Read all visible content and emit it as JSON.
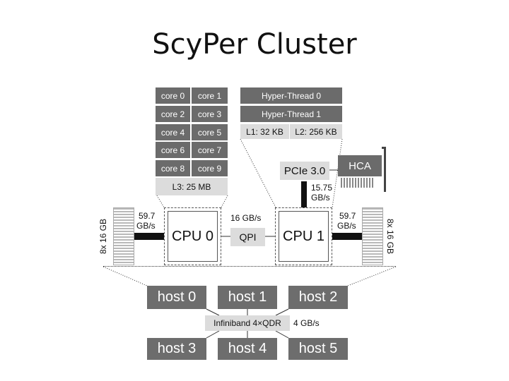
{
  "title": "ScyPer Cluster",
  "cores": [
    [
      "core 0",
      "core 1"
    ],
    [
      "core 2",
      "core 3"
    ],
    [
      "core 4",
      "core 5"
    ],
    [
      "core 6",
      "core 7"
    ],
    [
      "core 8",
      "core 9"
    ]
  ],
  "l3": "L3: 25 MB",
  "hyper_threads": [
    "Hyper-Thread 0",
    "Hyper-Thread 1"
  ],
  "cache": {
    "l1": "L1: 32 KB",
    "l2": "L2: 256 KB"
  },
  "pcie": "PCIe 3.0",
  "hca": "HCA",
  "pcie_bw": [
    "15.75",
    "GB/s"
  ],
  "qpi_bw": "16 GB/s",
  "qpi": "QPI",
  "cpus": [
    "CPU 0",
    "CPU 1"
  ],
  "mem_bw_left": [
    "59.7",
    "GB/s"
  ],
  "mem_bw_right": [
    "59.7",
    "GB/s"
  ],
  "mem_left": "8x 16 GB",
  "mem_right": "8x 16 GB",
  "hosts_top": [
    "host 0",
    "host 1",
    "host 2"
  ],
  "hosts_bottom": [
    "host 3",
    "host 4",
    "host 5"
  ],
  "infiniband": "Infiniband 4×QDR",
  "infiniband_bw": "4 GB/s"
}
